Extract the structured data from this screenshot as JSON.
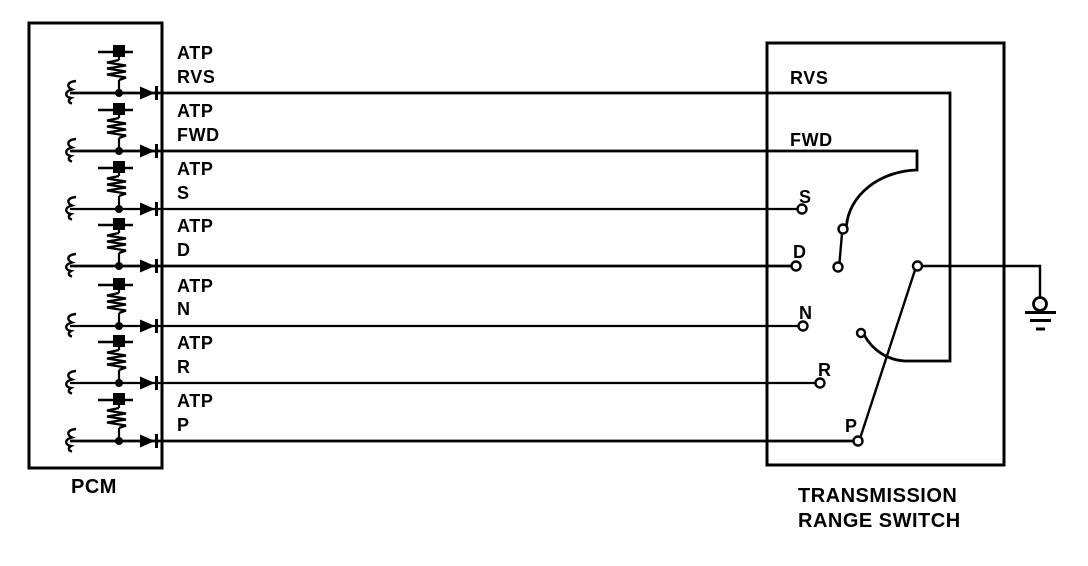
{
  "pcm": {
    "label": "PCM",
    "circuits": [
      {
        "prefix": "ATP",
        "name": "RVS"
      },
      {
        "prefix": "ATP",
        "name": "FWD"
      },
      {
        "prefix": "ATP",
        "name": "S"
      },
      {
        "prefix": "ATP",
        "name": "D"
      },
      {
        "prefix": "ATP",
        "name": "N"
      },
      {
        "prefix": "ATP",
        "name": "R"
      },
      {
        "prefix": "ATP",
        "name": "P"
      }
    ]
  },
  "switch": {
    "label_line1": "TRANSMISSION",
    "label_line2": "RANGE SWITCH",
    "pins": [
      {
        "name": "RVS"
      },
      {
        "name": "FWD"
      },
      {
        "name": "S"
      },
      {
        "name": "D"
      },
      {
        "name": "N"
      },
      {
        "name": "R"
      },
      {
        "name": "P"
      }
    ]
  },
  "icons": {
    "power-feed": "filled-square-on-bar",
    "resistor": "vertical-zigzag",
    "diode": "filled-right-triangle-with-bar",
    "junction": "filled-dot",
    "connector-brace": "curly-squiggle",
    "contact": "open-circle",
    "ground": "circle-with-three-bars"
  },
  "colors": {
    "line": "#000000",
    "background": "#ffffff"
  }
}
